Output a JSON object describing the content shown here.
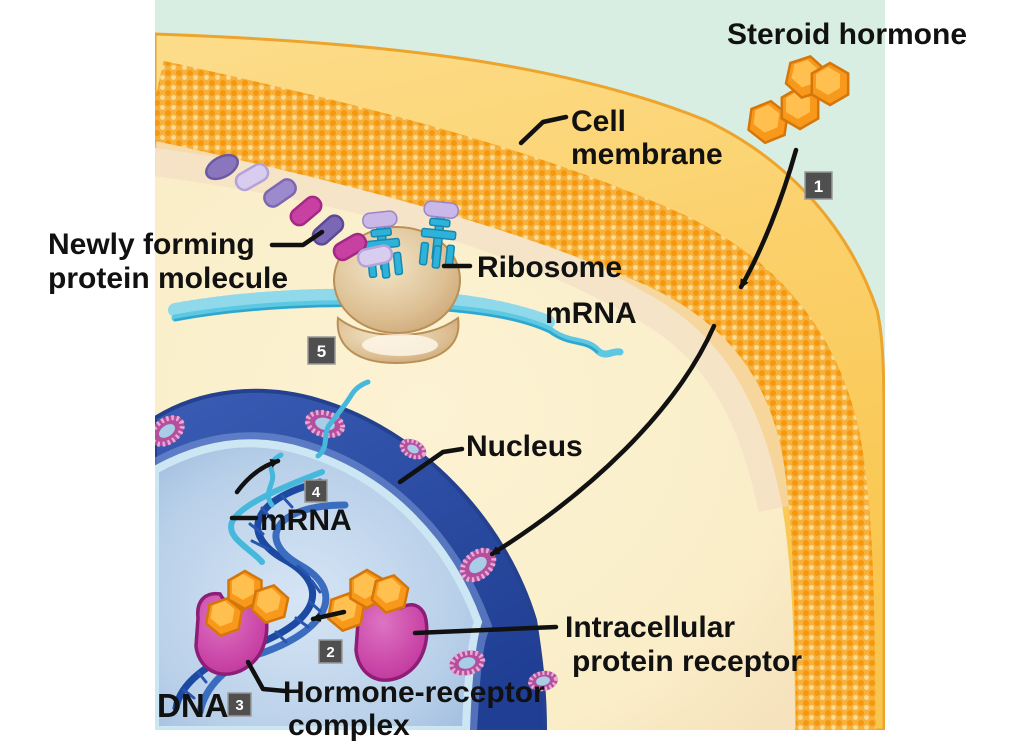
{
  "figure": {
    "title": "Steroid hormone mechanism of action in a target cell",
    "type": "biology-cell-diagram"
  },
  "labels": {
    "steroid_hormone": "Steroid hormone",
    "cell_membrane_line1": "Cell",
    "cell_membrane_line2": "membrane",
    "newly_forming_line1": "Newly forming",
    "newly_forming_line2": "protein molecule",
    "ribosome": "Ribosome",
    "mrna_cytoplasm": "mRNA",
    "nucleus": "Nucleus",
    "mrna_nucleus": "mRNA",
    "dna": "DNA",
    "hormone_receptor_line1": "Hormone-receptor",
    "hormone_receptor_line2": "complex",
    "intracellular_line1": "Intracellular",
    "intracellular_line2": "protein receptor"
  },
  "steps": {
    "s1": "1",
    "s2": "2",
    "s3": "3",
    "s4": "4",
    "s5": "5"
  },
  "colors": {
    "background_outside": "#ffffff",
    "extracellular": "#d9eee3",
    "membrane_gold": "#fbd06a",
    "membrane_dots": "#f5980f",
    "cytoplasm": "#faf0cc",
    "nuclear_envelope": "#2e51a8",
    "nucleoplasm": "#b9d0e9",
    "nuclear_pore_pink": "#cc5ca8",
    "mrna_cyan": "#4fc0e0",
    "dna_blue": "#1c4aa2",
    "hormone_orange": "#f8991c",
    "receptor_magenta": "#c944a6",
    "ribosome_tan": "#cfa97a",
    "protein_bead_purple": "#8a76bc",
    "protein_bead_magenta": "#c840a2",
    "protein_bead_lavender": "#d9cdef",
    "badge_gray": "#4f4f4f",
    "arrow_black": "#111111"
  }
}
